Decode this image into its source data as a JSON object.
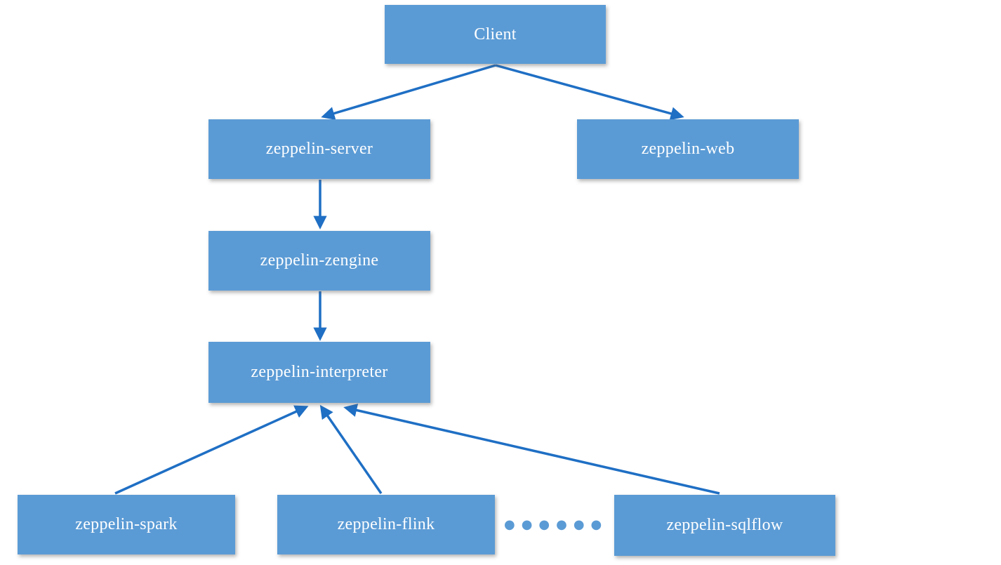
{
  "diagram": {
    "kind": "architecture-flow-diagram",
    "nodes": {
      "client": {
        "label": "Client"
      },
      "server": {
        "label": "zeppelin-server"
      },
      "web": {
        "label": "zeppelin-web"
      },
      "zengine": {
        "label": "zeppelin-zengine"
      },
      "interpreter": {
        "label": "zeppelin-interpreter"
      },
      "spark": {
        "label": "zeppelin-spark"
      },
      "flink": {
        "label": "zeppelin-flink"
      },
      "sqlflow": {
        "label": "zeppelin-sqlflow"
      }
    },
    "edges": [
      {
        "from": "client",
        "to": "server"
      },
      {
        "from": "client",
        "to": "web"
      },
      {
        "from": "server",
        "to": "zengine"
      },
      {
        "from": "zengine",
        "to": "interpreter"
      },
      {
        "from": "spark",
        "to": "interpreter"
      },
      {
        "from": "flink",
        "to": "interpreter"
      },
      {
        "from": "sqlflow",
        "to": "interpreter"
      }
    ],
    "ellipsis_label": "●●●●●●",
    "colors": {
      "node_fill": "#5b9bd5",
      "node_text": "#ffffff",
      "arrow": "#1f6fc4"
    }
  }
}
